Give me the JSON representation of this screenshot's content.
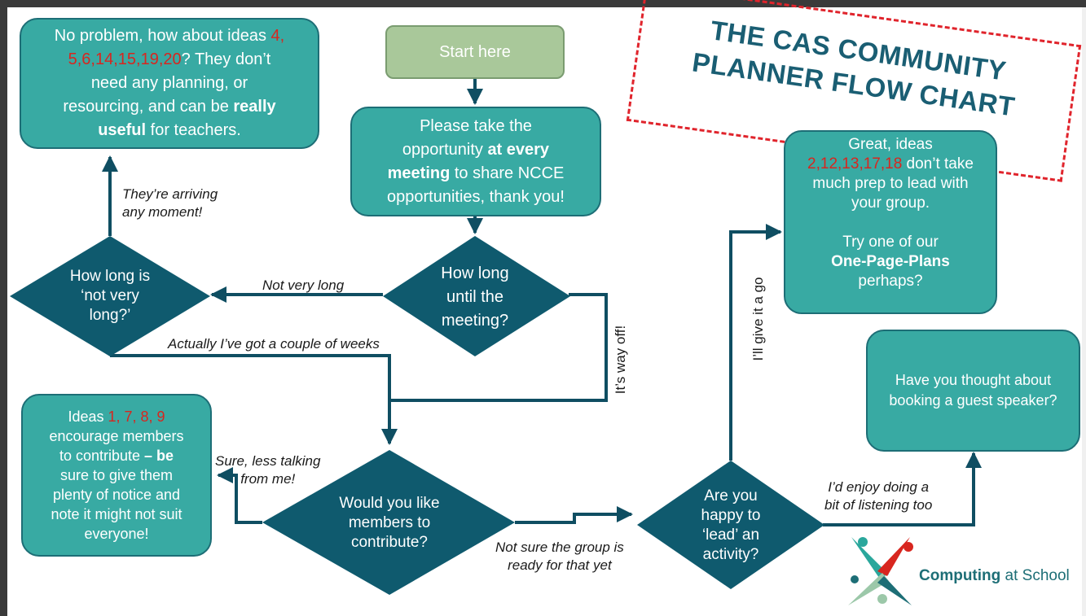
{
  "title": {
    "line1": "THE CAS COMMUNITY",
    "line2": "PLANNER FLOW CHART"
  },
  "start": "Start here",
  "share_box": {
    "line1": "Please take the",
    "line2_a": "opportunity ",
    "line2_b": "at every",
    "line3_a": "meeting",
    "line3_b": " to share NCCE",
    "line4": "opportunities, thank you!"
  },
  "no_problem_box": {
    "line1_a": "No problem, how about ideas ",
    "line1_b": "4,",
    "line2_a": "5,6,14,15,19,20",
    "line2_b": "? They don’t",
    "line3": "need any planning, or",
    "line4_a": "resourcing, and can be ",
    "line4_b": "really",
    "line5_a": "useful",
    "line5_b": " for teachers."
  },
  "great_box": {
    "line1": "Great, ideas",
    "line2_a": "2,12,13,17,18",
    "line2_b": " don’t take",
    "line3": "much prep to lead with",
    "line4": "your group.",
    "line5": "Try one of our",
    "line6": "One-Page-Plans",
    "line7": "perhaps?"
  },
  "ideas_box": {
    "line1_a": "Ideas ",
    "line1_b": "1, 7, 8, 9",
    "line2": "encourage members",
    "line3_a": "to contribute ",
    "line3_b": "– be",
    "line4": "sure to give them",
    "line5": "plenty of notice and",
    "line6": "note it might not suit",
    "line7": "everyone!"
  },
  "speaker_box": {
    "line1": "Have you thought about",
    "line2": "booking a guest speaker?"
  },
  "d_how_long": {
    "line1": "How long",
    "line2": "until the",
    "line3": "meeting?"
  },
  "d_not_very": {
    "line1": "How long is",
    "line2": "‘not very",
    "line3": "long?’"
  },
  "d_contribute": {
    "line1": "Would you like",
    "line2": "members to",
    "line3": "contribute?"
  },
  "d_lead": {
    "line1": "Are you",
    "line2": "happy to",
    "line3": "‘lead’ an",
    "line4": "activity?"
  },
  "labels": {
    "arriving": {
      "line1": "They’re arriving",
      "line2": "any moment!"
    },
    "not_very_long": "Not very long",
    "couple_weeks": "Actually I’ve got a couple of  weeks",
    "way_off": "It’s way off!",
    "give_go": "I’ll give it a go",
    "less_talking": {
      "line1": "Sure, less talking",
      "line2": "from me!"
    },
    "not_sure": {
      "line1": "Not sure the group is",
      "line2": "ready for that yet"
    },
    "enjoy": {
      "line1": "I’d enjoy doing a",
      "line2": "bit of listening too"
    }
  },
  "logo": {
    "bold": "Computing",
    "rest": " at School"
  },
  "colors": {
    "teal": "#38aaa3",
    "dark_teal": "#0f5a6e",
    "green": "#a9c89a",
    "red": "#d8261f",
    "title_red": "#e0242c"
  }
}
